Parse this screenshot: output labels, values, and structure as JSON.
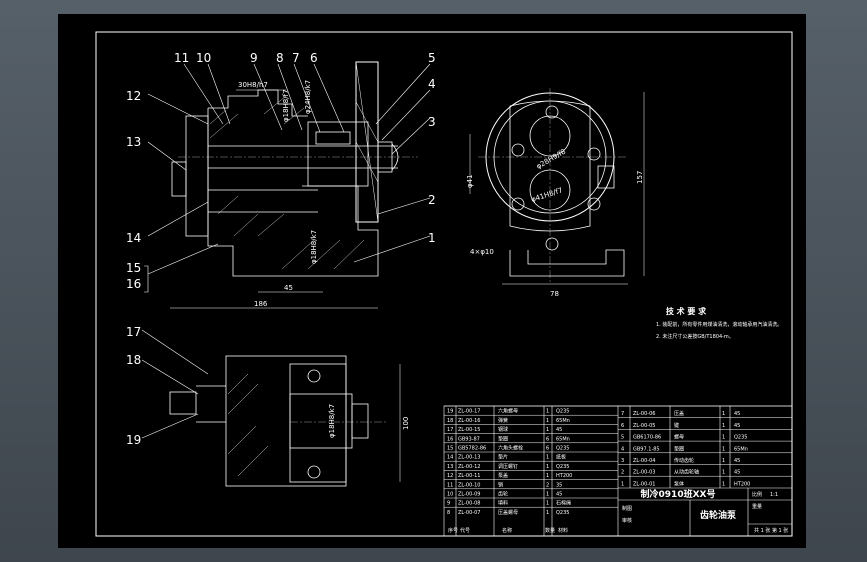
{
  "colors": {
    "background": "#000000",
    "frame": "#ffffff",
    "viewport": "#4a525c"
  },
  "balloons_top": [
    "11",
    "10",
    "9",
    "8",
    "7",
    "6",
    "5",
    "4",
    "3",
    "2",
    "1",
    "12",
    "13",
    "14",
    "15",
    "16"
  ],
  "balloons_bottom": [
    "17",
    "18",
    "19"
  ],
  "dims": {
    "fit_30": "30H8/h7",
    "fit_18a": "φ18H8/f7",
    "fit_24": "φ24H8/k7",
    "fit_18b": "φ18H8/k7",
    "d45": "45",
    "d186": "186",
    "d78": "78",
    "d157": "157",
    "fit_side1": "φ28H9/f8",
    "fit_side2": "φ41H8/f7",
    "d41": "φ41",
    "holes": "4×φ10",
    "fit_bottom": "φ18H8/k7",
    "d100": "100"
  },
  "tech": {
    "title": "技 术 要 求",
    "line1": "1. 装配前，所有零件用煤油清洗，滚动轴承用汽油清洗。",
    "line2": "2. 未注尺寸公差按GB/T1804-m。"
  },
  "parts_left": [
    {
      "no": "19",
      "code": "ZL-00-17",
      "name": "六角螺母",
      "qty": "1",
      "mat": "Q235"
    },
    {
      "no": "18",
      "code": "ZL-00-16",
      "name": "弹簧",
      "qty": "1",
      "mat": "65Mn"
    },
    {
      "no": "17",
      "code": "ZL-00-15",
      "name": "钢球",
      "qty": "1",
      "mat": "45"
    },
    {
      "no": "16",
      "code": "GB93-87",
      "name": "垫圈",
      "qty": "6",
      "mat": "65Mn"
    },
    {
      "no": "15",
      "code": "GB5782-86",
      "name": "六角头螺栓",
      "qty": "6",
      "mat": "Q235"
    },
    {
      "no": "14",
      "code": "ZL-00-13",
      "name": "垫片",
      "qty": "1",
      "mat": "纸板"
    },
    {
      "no": "13",
      "code": "ZL-00-12",
      "name": "调压螺钉",
      "qty": "1",
      "mat": "Q235"
    },
    {
      "no": "12",
      "code": "ZL-00-11",
      "name": "泵盖",
      "qty": "1",
      "mat": "HT200"
    },
    {
      "no": "11",
      "code": "ZL-00-10",
      "name": "销",
      "qty": "2",
      "mat": "35"
    },
    {
      "no": "10",
      "code": "ZL-00-09",
      "name": "齿轮",
      "qty": "1",
      "mat": "45"
    },
    {
      "no": "9",
      "code": "ZL-00-08",
      "name": "填料",
      "qty": "1",
      "mat": "石棉绳"
    },
    {
      "no": "8",
      "code": "ZL-00-07",
      "name": "压盖螺母",
      "qty": "1",
      "mat": "Q235"
    }
  ],
  "parts_right": [
    {
      "no": "7",
      "code": "ZL-00-06",
      "name": "压盖",
      "qty": "1",
      "mat": "45"
    },
    {
      "no": "6",
      "code": "ZL-00-05",
      "name": "键",
      "qty": "1",
      "mat": "45"
    },
    {
      "no": "5",
      "code": "GB6170-86",
      "name": "螺母",
      "qty": "1",
      "mat": "Q235"
    },
    {
      "no": "4",
      "code": "GB97.1-85",
      "name": "垫圈",
      "qty": "1",
      "mat": "65Mn"
    },
    {
      "no": "3",
      "code": "ZL-00-04",
      "name": "传动齿轮",
      "qty": "1",
      "mat": "45"
    },
    {
      "no": "2",
      "code": "ZL-00-03",
      "name": "从动齿轮轴",
      "qty": "1",
      "mat": "45"
    },
    {
      "no": "1",
      "code": "ZL-00-01",
      "name": "泵体",
      "qty": "1",
      "mat": "HT200"
    }
  ],
  "headers": {
    "no": "序号",
    "code": "代号",
    "name": "名称",
    "qty": "数量",
    "mat": "材料"
  },
  "titleblock": {
    "school": "制冷0910班XX号",
    "drawing": "齿轮油泵",
    "scale_label": "比例",
    "scale": "1:1",
    "sheet": "共 1 张 第 1 张",
    "drawn": "制图",
    "checked": "审核",
    "weight": "重量"
  }
}
